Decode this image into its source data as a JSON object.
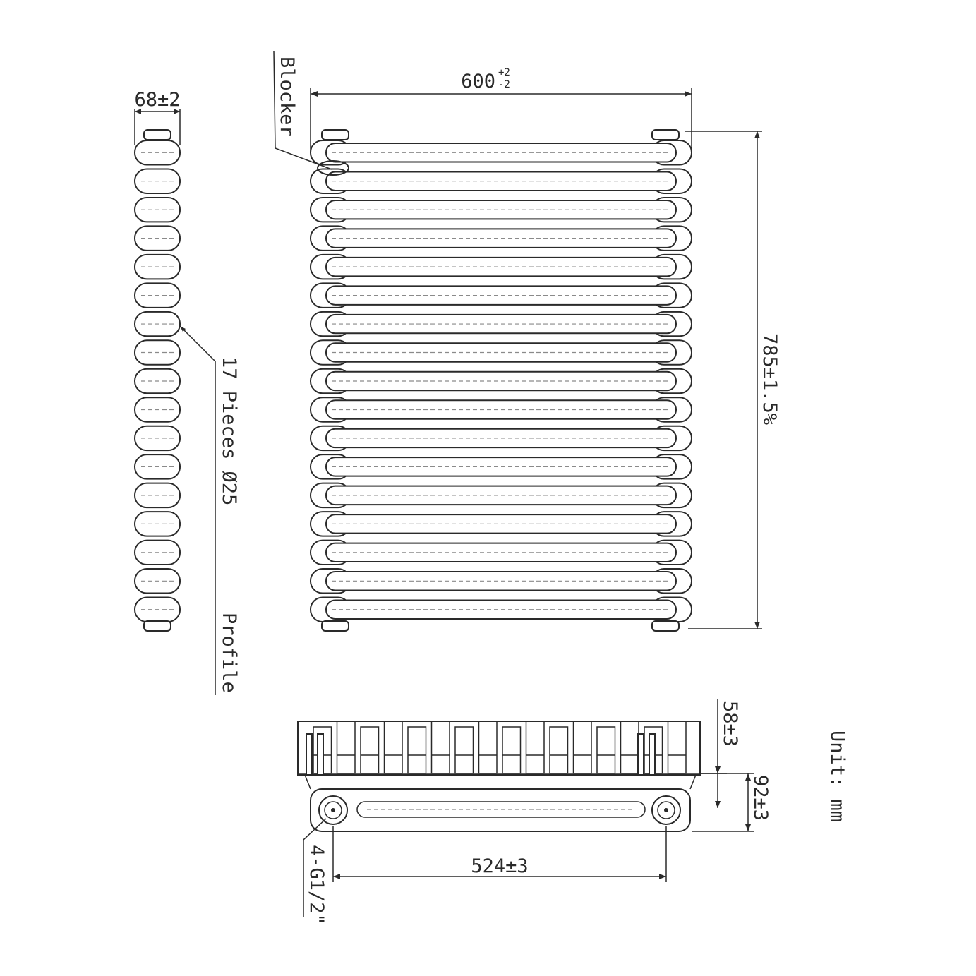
{
  "drawing": {
    "labels": {
      "blocker": "Blocker",
      "profile_width": "68±2",
      "overall_width": "600",
      "width_tolerance_upper": "+2",
      "width_tolerance_lower": "-2",
      "overall_height": "785±1.5%",
      "pieces": "17 Pieces Ø25",
      "profile": "Profile",
      "depth_58": "58±3",
      "depth_92": "92±3",
      "centres": "524±3",
      "connections": "4-G1/2\"",
      "unit": "Unit: mm"
    },
    "tube_count": 17,
    "colors": {
      "line": "#2a2a2a",
      "dashed": "#8a8a8a",
      "background": "#ffffff"
    }
  }
}
